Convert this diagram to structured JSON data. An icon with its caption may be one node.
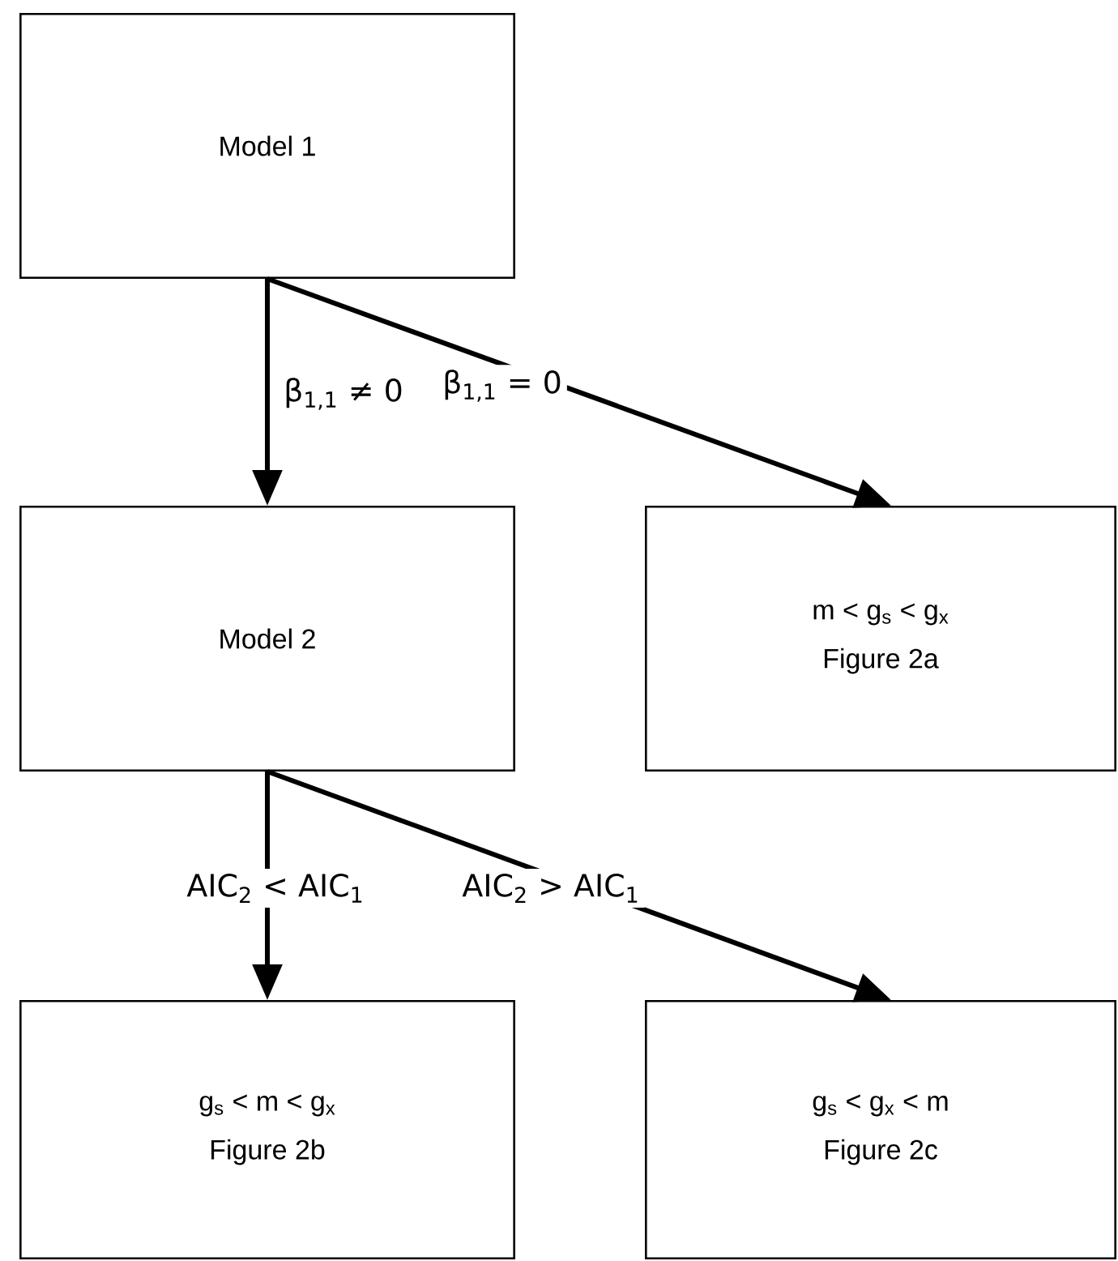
{
  "diagram": {
    "nodes": [
      {
        "text": [
          "Model 1"
        ]
      },
      {
        "text": [
          "Model 2"
        ]
      },
      {
        "text": [
          "m < g$_{s}$ < g$_{x}$",
          "Figure 2a"
        ]
      },
      {
        "text": [
          "g$_{s}$ < m < g$_{x}$",
          "Figure 2b"
        ]
      },
      {
        "text": [
          "g$_{s}$ < g$_{x}$ < m",
          "Figure 2c"
        ]
      }
    ],
    "edges": [
      {
        "from": 0,
        "to": 1,
        "arrow": "to",
        "label": "β$_{1,1}$ ≠ 0"
      },
      {
        "from": 0,
        "to": 2,
        "arrow": "to",
        "label": "β$_{1,1}$ = 0"
      },
      {
        "from": 1,
        "to": 3,
        "arrow": "to",
        "label": "AIC$_{2}$ < AIC$_{1}$"
      },
      {
        "from": 1,
        "to": 4,
        "arrow": "to",
        "label": "AIC$_{2}$ > AIC$_{1}$"
      }
    ]
  }
}
